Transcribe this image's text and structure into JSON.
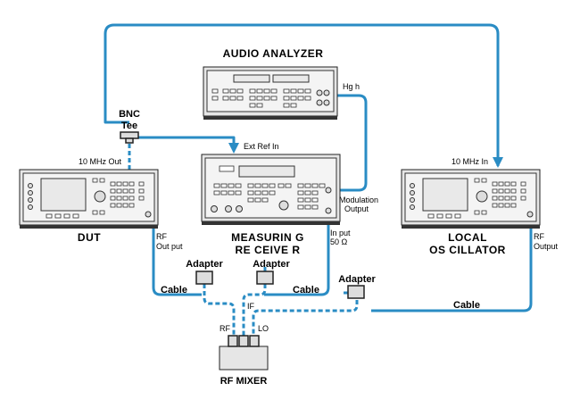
{
  "instruments": {
    "audio_analyzer": "AUDIO ANALYZER",
    "dut": "DUT",
    "measuring_receiver_line1": "MEASURIN G",
    "measuring_receiver_line2": "RE CEIVE R",
    "local_oscillator_line1": "LOCAL",
    "local_oscillator_line2": "OS CILLATOR",
    "rf_mixer": "RF MIXER",
    "bnc_tee_line1": "BNC",
    "bnc_tee_line2": "Tee"
  },
  "ports": {
    "high": "Hg h",
    "ext_ref_in": "Ext Ref In",
    "dut_10mhz_out": "10 MHz  Out",
    "lo_10mhz_in": "10 MHz In",
    "modulation_output_line1": "Modulation",
    "modulation_output_line2": "Output",
    "mr_input_line1": "In put",
    "mr_input_line2": "50 Ω",
    "dut_rf_output_line1": "RF",
    "dut_rf_output_line2": "Out put",
    "lo_rf_output_line1": "RF",
    "lo_rf_output_line2": "Output",
    "mixer_rf": "RF",
    "mixer_if": "IF",
    "mixer_lo": "LO"
  },
  "labels": {
    "adapter_1": "Adapter",
    "adapter_2": "Adapter",
    "adapter_3": "Adapter",
    "cable_1": "Cable",
    "cable_2": "Cable",
    "cable_3": "Cable"
  },
  "colors": {
    "cable": "#2a8cc4",
    "instrument_body": "#e6e6e6"
  }
}
